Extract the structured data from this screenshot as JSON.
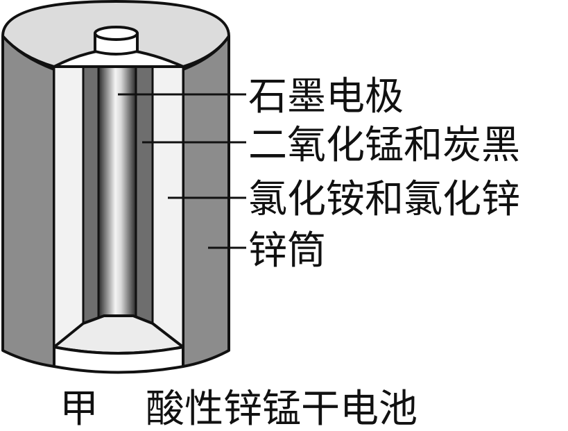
{
  "labels": {
    "graphite_electrode": "石墨电极",
    "mno2_carbon_black": "二氧化锰和炭黑",
    "nh4cl_zncl2": "氯化铵和氯化锌",
    "zinc_can": "锌筒"
  },
  "caption": {
    "figure_id": "甲",
    "title": "酸性锌锰干电池"
  },
  "colors": {
    "zinc_can": "#8c8c8c",
    "electrolyte": "#f2f2f2",
    "mno2_layer": "#6e6e6e",
    "graphite_dark": "#2a2a2a",
    "graphite_light": "#f0f0f0",
    "top_face": "#dcdcdc",
    "line": "#111111"
  }
}
